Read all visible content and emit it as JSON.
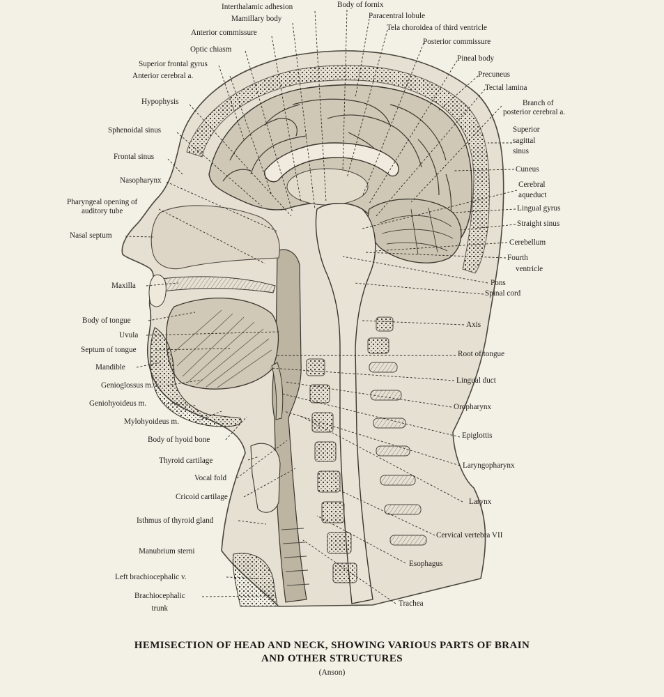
{
  "labels": [
    {
      "id": "interthalamic-adhesion",
      "text": "Interthalamic adhesion"
    },
    {
      "id": "body-of-fornix",
      "text": "Body of fornix"
    },
    {
      "id": "mamillary-body",
      "text": "Mamillary body"
    },
    {
      "id": "paracentral-lobule",
      "text": "Paracentral lobule"
    },
    {
      "id": "anterior-commissure",
      "text": "Anterior commissure"
    },
    {
      "id": "tela-choroidea",
      "text": "Tela choroidea of third ventricle"
    },
    {
      "id": "optic-chiasm",
      "text": "Optic chiasm"
    },
    {
      "id": "posterior-commissure",
      "text": "Posterior commissure"
    },
    {
      "id": "pineal-body",
      "text": "Pineal body"
    },
    {
      "id": "superior-frontal-gyrus",
      "text": "Superior frontal gyrus"
    },
    {
      "id": "anterior-cerebral-a",
      "text": "Anterior cerebral a."
    },
    {
      "id": "precuneus",
      "text": "Precuneus"
    },
    {
      "id": "tectal-lamina",
      "text": "Tectal lamina"
    },
    {
      "id": "hypophysis",
      "text": "Hypophysis"
    },
    {
      "id": "branch-posterior-cerebral",
      "text": "Branch of",
      "text2": "posterior cerebral a."
    },
    {
      "id": "sphenoidal-sinus",
      "text": "Sphenoidal sinus"
    },
    {
      "id": "superior-sagittal-sinus",
      "text": "Superior",
      "text2": "sagittal",
      "text3": "sinus"
    },
    {
      "id": "frontal-sinus",
      "text": "Frontal sinus"
    },
    {
      "id": "cuneus",
      "text": "Cuneus"
    },
    {
      "id": "nasopharynx",
      "text": "Nasopharynx"
    },
    {
      "id": "cerebral-aqueduct",
      "text": "Cerebral",
      "text2": "aqueduct"
    },
    {
      "id": "pharyngeal-opening",
      "text": "Pharyngeal opening of",
      "text2": "auditory tube"
    },
    {
      "id": "lingual-gyrus",
      "text": "Lingual  gyrus"
    },
    {
      "id": "straight-sinus",
      "text": "Straight sinus"
    },
    {
      "id": "nasal-septum",
      "text": "Nasal septum"
    },
    {
      "id": "cerebellum",
      "text": "Cerebellum"
    },
    {
      "id": "fourth-ventricle",
      "text": "Fourth",
      "text2": "ventricle"
    },
    {
      "id": "maxilla",
      "text": "Maxilla"
    },
    {
      "id": "pons",
      "text": "Pons"
    },
    {
      "id": "spinal-cord",
      "text": "Spinal cord"
    },
    {
      "id": "body-of-tongue",
      "text": "Body of tongue"
    },
    {
      "id": "axis",
      "text": "Axis"
    },
    {
      "id": "uvula",
      "text": "Uvula"
    },
    {
      "id": "septum-of-tongue",
      "text": "Septum of tongue"
    },
    {
      "id": "root-of-tongue",
      "text": "Root of tongue"
    },
    {
      "id": "mandible",
      "text": "Mandible"
    },
    {
      "id": "lingual-duct",
      "text": "Lingual duct"
    },
    {
      "id": "genioglossus",
      "text": "Genioglossus m."
    },
    {
      "id": "geniohyoideus",
      "text": "Geniohyoideus m."
    },
    {
      "id": "oropharynx",
      "text": "Oropharynx"
    },
    {
      "id": "mylohyoideus",
      "text": "Mylohyoideus m."
    },
    {
      "id": "epiglottis",
      "text": "Epiglottis"
    },
    {
      "id": "body-of-hyoid",
      "text": "Body of hyoid bone"
    },
    {
      "id": "thyroid-cartilage",
      "text": "Thyroid cartilage"
    },
    {
      "id": "laryngopharynx",
      "text": "Laryngopharynx"
    },
    {
      "id": "vocal-fold",
      "text": "Vocal fold"
    },
    {
      "id": "cricoid-cartilage",
      "text": "Cricoid cartilage"
    },
    {
      "id": "larynx",
      "text": "Larynx"
    },
    {
      "id": "isthmus-thyroid",
      "text": "Isthmus of thyroid gland"
    },
    {
      "id": "cervical-vertebra",
      "text": "Cervical vertebra VII"
    },
    {
      "id": "manubrium-sterni",
      "text": "Manubrium sterni"
    },
    {
      "id": "esophagus",
      "text": "Esophagus"
    },
    {
      "id": "left-brachiocephalic",
      "text": "Left brachiocephalic v."
    },
    {
      "id": "brachiocephalic-trunk",
      "text": "Brachiocephalic",
      "text2": "trunk"
    },
    {
      "id": "trachea",
      "text": "Trachea"
    }
  ],
  "caption": {
    "title_line1": "HEMISECTION OF HEAD AND NECK, SHOWING VARIOUS PARTS OF BRAIN",
    "title_line2": "AND  OTHER  STRUCTURES",
    "source": "(Anson)"
  },
  "colors": {
    "paper": "#f3f0e6",
    "ink": "#1e1c18",
    "tissue": "#d8d2c2",
    "shadow": "#8f887a"
  }
}
